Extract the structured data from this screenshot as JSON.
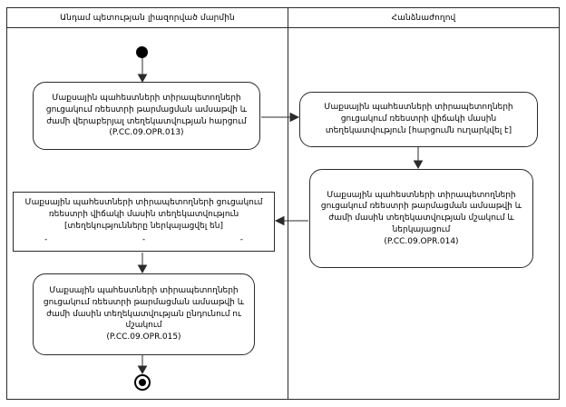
{
  "lanes": {
    "left": {
      "title": "Անդամ պետության լիազորված մարմին"
    },
    "right": {
      "title": "Հանձնաժողով"
    }
  },
  "nodes": {
    "request_activity": {
      "text": "Մաքսային պահեստների տիրապետողների ցուցակում ռեեստրի թարմացման ամսաթվի և ժամի վերաբերյալ տեղեկատվության հարցում",
      "code": "(P.CC.09.OPR.013)"
    },
    "state_info_sent": {
      "text": "Մաքսային պահեստների տիրապետողների ցուցակում ռեեստրի վիճակի մասին տեղեկատվություն [հարցումն ուղարկվել է]"
    },
    "process_send_activity": {
      "text": "Մաքսային պահեստների տիրապետողների ցուցակում ռեեստրի թարմացման ամսաթվի և ժամի մասին տեղեկատվության մշակում և ներկայացում",
      "code": "(P.CC.09.OPR.014)"
    },
    "state_info_received": {
      "text": "Մաքսային պահեստների տիրապետողների ցուցակում ռեեստրի վիճակի մասին տեղեկատվություն [տեղեկությունները ներկայացվել են]",
      "markers": [
        "-",
        "-",
        "-"
      ]
    },
    "receive_process_activity": {
      "text": "Մաքսային պահեստների տիրապետողների ցուցակում ռեեստրի թարմացման ամսաթվի և ժամի մասին տեղեկատվության ընդունում ու մշակում",
      "code": "(P.CC.09.OPR.015)"
    }
  },
  "colors": {
    "line": "#2b2b2b",
    "background": "#ffffff",
    "text": "#000000"
  }
}
